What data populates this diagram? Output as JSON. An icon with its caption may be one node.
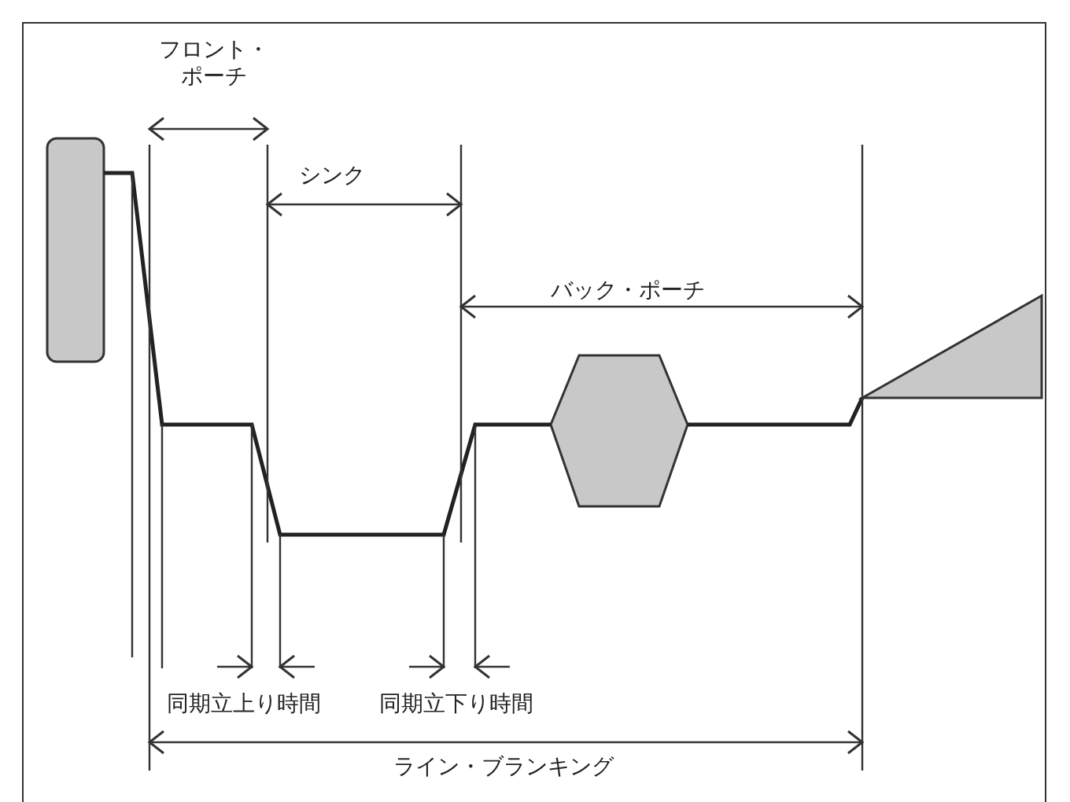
{
  "diagram": {
    "labels": [
      "フロント・ポーチ",
      "シンク",
      "バック・ポーチ",
      "同期立上り時間",
      "同期立下り時間",
      "ライン・ブランキング"
    ]
  }
}
